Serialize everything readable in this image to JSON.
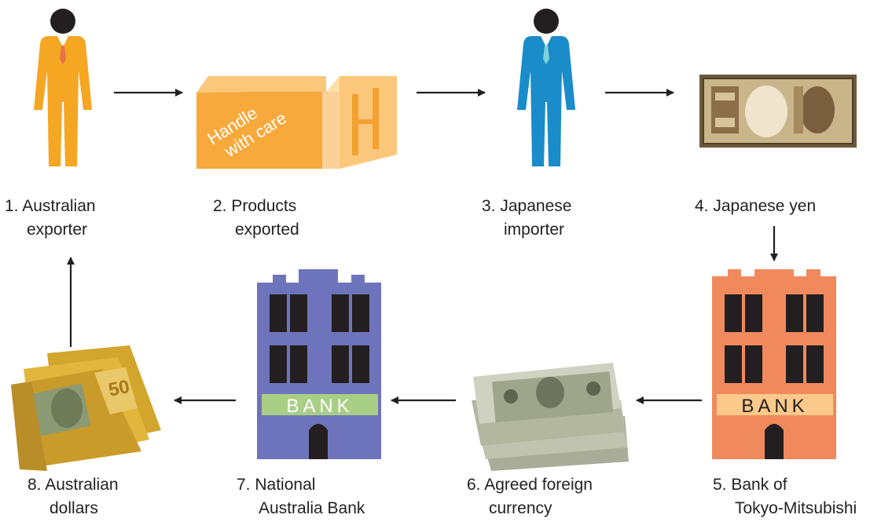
{
  "steps": [
    {
      "n": "1.",
      "line1": "Australian",
      "line2": "exporter"
    },
    {
      "n": "2.",
      "line1": "Products",
      "line2": "exported"
    },
    {
      "n": "3.",
      "line1": "Japanese",
      "line2": "importer"
    },
    {
      "n": "4.",
      "line1": "Japanese yen",
      "line2": ""
    },
    {
      "n": "5.",
      "line1": "Bank of",
      "line2": "Tokyo-Mitsubishi"
    },
    {
      "n": "6.",
      "line1": "Agreed foreign",
      "line2": "currency"
    },
    {
      "n": "7.",
      "line1": "National",
      "line2": "Australia Bank"
    },
    {
      "n": "8.",
      "line1": "Australian",
      "line2": "dollars"
    }
  ],
  "container_text": {
    "line1": "Handle",
    "line2": "with care"
  },
  "bank_sign": "BANK",
  "colors": {
    "exporter": "#f5a623",
    "exporter_tie": "#e8734a",
    "importer": "#1a8cc9",
    "importer_tie": "#7fd1d8",
    "container_front": "#f7a93b",
    "container_side": "#fbc77a",
    "bank_orange": "#f08a5d",
    "bank_purple": "#6e74bb",
    "sign_orange": "#fbc98a",
    "sign_purple": "#a9cf86",
    "arrow": "#231f20"
  },
  "icons": [
    "person-icon",
    "shipping-container-icon",
    "yen-banknote-icon",
    "bank-building-icon",
    "us-dollar-notes-icon",
    "australian-dollar-notes-icon",
    "arrow-icon"
  ]
}
